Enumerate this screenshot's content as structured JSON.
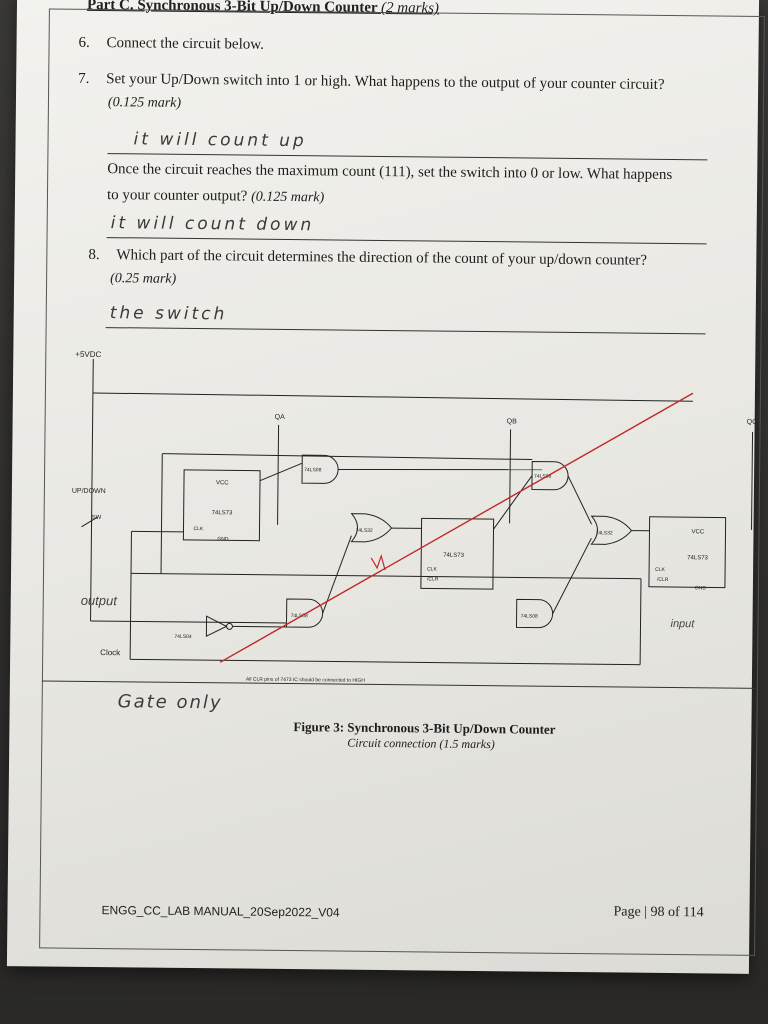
{
  "section": {
    "heading": "Synchronous 3-Bit Up/Down Counter",
    "heading_prefix": "Part C.",
    "heading_marks": "(2 marks)"
  },
  "questions": [
    {
      "num": "6.",
      "text": "Connect the circuit below."
    },
    {
      "num": "7.",
      "text": "Set your Up/Down switch into 1 or high. What happens to the output of your counter circuit?",
      "mark": "(0.125 mark)",
      "answer": "it will count up"
    },
    {
      "num": "",
      "text": "Once the circuit reaches the maximum count (111), set the switch into 0 or low. What happens",
      "text2": "to your counter output?",
      "mark": "(0.125 mark)",
      "answer": "it will count down"
    },
    {
      "num": "8.",
      "text": "Which part of the circuit determines the direction of the count of your up/down counter?",
      "mark": "(0.25 mark)",
      "answer": "the switch"
    }
  ],
  "circuit": {
    "labels": {
      "supply": "+5VDC",
      "updown": "UP/DOWN",
      "sw": "SW",
      "clock": "Clock",
      "qa": "QA",
      "qb": "QB",
      "qc": "QC",
      "note": "All CLR pins of 7473 IC should be connected to HIGH"
    },
    "chips": {
      "ff": "74LS73",
      "and": "74LS08",
      "or": "74LS32",
      "not": "74LS04",
      "vcc": "VCC",
      "gnd": "GND",
      "clk": "CLK",
      "clr": "/CLR"
    },
    "handwritten": {
      "output": "output",
      "input": "input",
      "gate_only": "Gate only"
    }
  },
  "figure": {
    "title": "Figure 3: Synchronous 3-Bit Up/Down Counter",
    "subtitle": "Circuit connection (1.5 marks)"
  },
  "footer": {
    "doc": "ENGG_CC_LAB MANUAL_20Sep2022_V04",
    "page": "Page | 98 of 114"
  },
  "colors": {
    "ink": "#1d1d1d",
    "pencil": "#3a3a3a",
    "red_annotation": "#c0282a"
  }
}
